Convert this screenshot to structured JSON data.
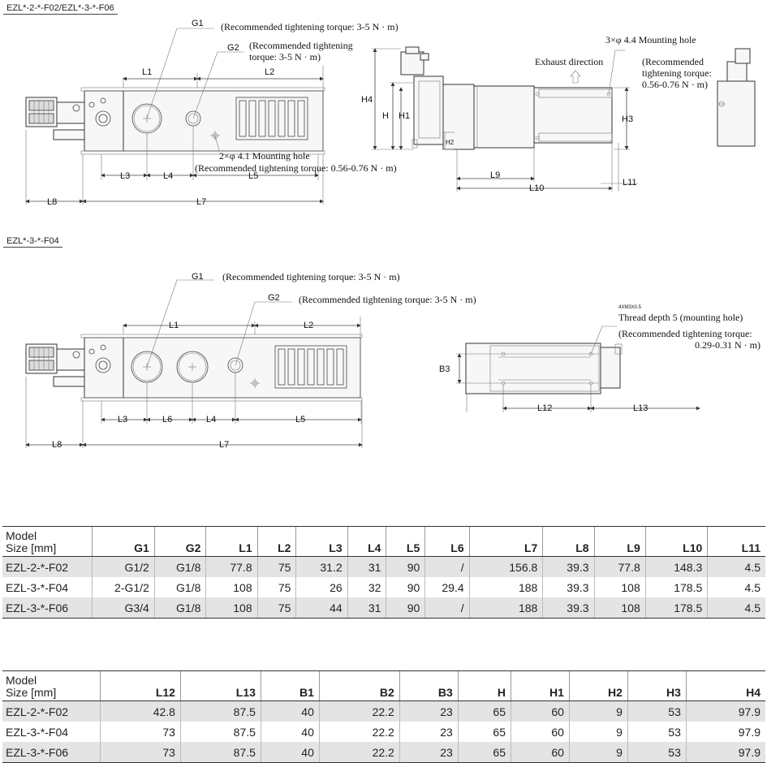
{
  "sections": {
    "top_title": "EZL*-2-*-F02/EZL*-3-*-F06",
    "mid_title": "EZL*-3-*-F04"
  },
  "top_left": {
    "g1": "G1",
    "g1_note": "(Recommended tightening torque: 3-5 N · m)",
    "g2": "G2",
    "g2_note_1": "(Recommended tightening",
    "g2_note_2": "torque: 3-5 N · m)",
    "mount_note_1": "2×φ 4.1 Mounting hole",
    "mount_note_2": "(Recommended tightening torque: 0.56-0.76 N · m)",
    "dims": {
      "l1": "L1",
      "l2": "L2",
      "l3": "L3",
      "l4": "L4",
      "l5": "L5",
      "l7": "L7",
      "l8": "L8"
    }
  },
  "top_side": {
    "mount_note": "3×φ 4.4 Mounting hole",
    "exhaust": "Exhaust direction",
    "torque_1": "(Recommended",
    "torque_2": "tightening torque:",
    "torque_3": "0.56-0.76 N · m)",
    "dims": {
      "h4": "H4",
      "h": "H",
      "h1": "H1",
      "h2": "H2",
      "h3": "H3",
      "l9": "L9",
      "l10": "L10",
      "l11": "L11"
    }
  },
  "mid_left": {
    "g1": "G1",
    "g1_note": "(Recommended tightening torque: 3-5 N · m)",
    "g2": "G2",
    "g2_note": "(Recommended tightening torque: 3-5 N · m)",
    "dims": {
      "l1": "L1",
      "l2": "L2",
      "l3": "L3",
      "l6": "L6",
      "l4": "L4",
      "l5": "L5",
      "l7": "L7",
      "l8": "L8"
    }
  },
  "mid_right": {
    "small": "4XM3X0.5",
    "thread": "Thread depth 5 (mounting hole)",
    "torque_1": "(Recommended tightening torque:",
    "torque_2": "0.29-0.31 N · m)",
    "dims": {
      "b3": "B3",
      "l12": "L12",
      "l13": "L13"
    }
  },
  "table1": {
    "head_line1": "Model",
    "head_line2": "Size [mm]",
    "columns": [
      "G1",
      "G2",
      "L1",
      "L2",
      "L3",
      "L4",
      "L5",
      "L6",
      "L7",
      "L8",
      "L9",
      "L10",
      "L11"
    ],
    "rows": [
      [
        "EZL-2-*-F02",
        "G1/2",
        "G1/8",
        "77.8",
        "75",
        "31.2",
        "31",
        "90",
        "/",
        "156.8",
        "39.3",
        "77.8",
        "148.3",
        "4.5"
      ],
      [
        "EZL-3-*-F04",
        "2-G1/2",
        "G1/8",
        "108",
        "75",
        "26",
        "32",
        "90",
        "29.4",
        "188",
        "39.3",
        "108",
        "178.5",
        "4.5"
      ],
      [
        "EZL-3-*-F06",
        "G3/4",
        "G1/8",
        "108",
        "75",
        "44",
        "31",
        "90",
        "/",
        "188",
        "39.3",
        "108",
        "178.5",
        "4.5"
      ]
    ]
  },
  "table2": {
    "head_line1": "Model",
    "head_line2": "Size [mm]",
    "columns": [
      "L12",
      "L13",
      "B1",
      "B2",
      "B3",
      "H",
      "H1",
      "H2",
      "H3",
      "H4"
    ],
    "rows": [
      [
        "EZL-2-*-F02",
        "42.8",
        "87.5",
        "40",
        "22.2",
        "23",
        "65",
        "60",
        "9",
        "53",
        "97.9"
      ],
      [
        "EZL-3-*-F04",
        "73",
        "87.5",
        "40",
        "22.2",
        "23",
        "65",
        "60",
        "9",
        "53",
        "97.9"
      ],
      [
        "EZL-3-*-F06",
        "73",
        "87.5",
        "40",
        "22.2",
        "23",
        "65",
        "60",
        "9",
        "53",
        "97.9"
      ]
    ]
  }
}
